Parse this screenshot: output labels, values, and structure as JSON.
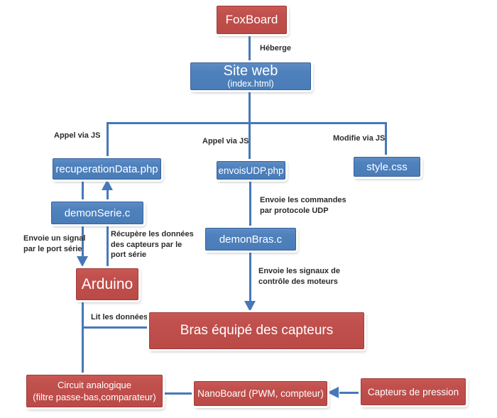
{
  "colors": {
    "node_blue": "#4f81bd",
    "node_blue_border": "#36619c",
    "node_red": "#c0504d",
    "node_red_border": "#9e3c39",
    "connector_blue": "#4678b8",
    "label_text": "#2b2b2b",
    "node_text": "#ffffff",
    "background": "#ffffff"
  },
  "nodes": {
    "foxboard": {
      "label": "FoxBoard"
    },
    "site_web": {
      "label": "Site web",
      "sublabel": "(index.html)"
    },
    "recuperation_data": {
      "label": "recuperationData.php"
    },
    "envois_udp": {
      "label": "envoisUDP.php"
    },
    "style_css": {
      "label": "style.css"
    },
    "demon_serie": {
      "label": "demonSerie.c"
    },
    "demon_bras": {
      "label": "demonBras.c"
    },
    "arduino": {
      "label": "Arduino"
    },
    "bras_capteurs": {
      "label": "Bras équipé des capteurs"
    },
    "circuit_analogique": {
      "label": "Circuit analogique",
      "sublabel": "(filtre passe-bas,comparateur)"
    },
    "nanoboard": {
      "label": "NanoBoard (PWM, compteur)"
    },
    "capteurs_pression": {
      "label": "Capteurs de pression"
    }
  },
  "edge_labels": {
    "heberge": "Héberge",
    "appel_via_js_left": "Appel via JS",
    "appel_via_js_mid": "Appel via JS",
    "modifie_via_js": "Modifie via JS",
    "envoie_signal": "Envoie un signal\npar le port série",
    "recupere_donnees": "Récupère les données\ndes capteurs par le\nport série",
    "envoie_commandes": "Envoie les commandes\npar protocole UDP",
    "envoie_signaux": "Envoie les signaux de\ncontrôle des moteurs",
    "lit_donnees": "Lit les données"
  }
}
